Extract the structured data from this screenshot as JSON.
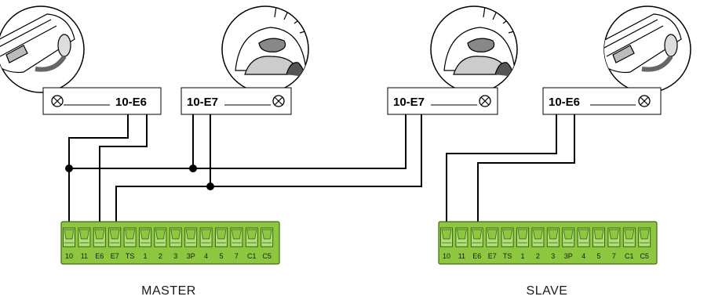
{
  "lamps": [
    {
      "label": "10-E6",
      "type": "light-bar"
    },
    {
      "label": "10-E7",
      "type": "flashing-light"
    },
    {
      "label": "10-E7",
      "type": "flashing-light"
    },
    {
      "label": "10-E6",
      "type": "light-bar"
    }
  ],
  "boards": [
    {
      "label": "MASTER",
      "terminals": [
        "10",
        "11",
        "E6",
        "E7",
        "TS",
        "1",
        "2",
        "3",
        "3P",
        "4",
        "5",
        "7",
        "C1",
        "C5"
      ]
    },
    {
      "label": "SLAVE",
      "terminals": [
        "10",
        "11",
        "E6",
        "E7",
        "TS",
        "1",
        "2",
        "3",
        "3P",
        "4",
        "5",
        "7",
        "C1",
        "C5"
      ]
    }
  ],
  "colors": {
    "board_fill": "#8dc63f",
    "board_stroke": "#3c6e12",
    "wire": "#000000"
  }
}
